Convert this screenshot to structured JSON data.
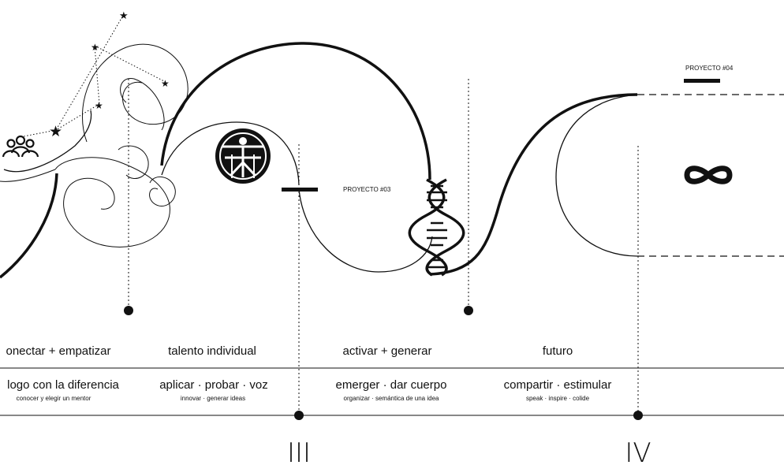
{
  "stages": [
    {
      "title": "onectar + empatizar",
      "main": "logo con la diferencia",
      "sub": "conocer y elegir un mentor"
    },
    {
      "title": "talento individual",
      "main": "aplicar · probar · voz",
      "sub": "innovar · generar ideas"
    },
    {
      "title": "activar + generar",
      "main": "emerger · dar cuerpo",
      "sub": "organizar · semántica de una idea"
    },
    {
      "title": "futuro",
      "main": "compartir · estimular",
      "sub": "speak · inspire · colide"
    }
  ],
  "milestones": [
    "III",
    "IV"
  ],
  "projects": [
    "PROYECTO #03",
    "PROYECTO #04"
  ],
  "icons": [
    "people-icon",
    "vitruvian-emblem-icon",
    "dna-helix-icon",
    "infinity-icon",
    "star-icon"
  ],
  "colors": {
    "ink": "#111111",
    "background": "#ffffff"
  }
}
